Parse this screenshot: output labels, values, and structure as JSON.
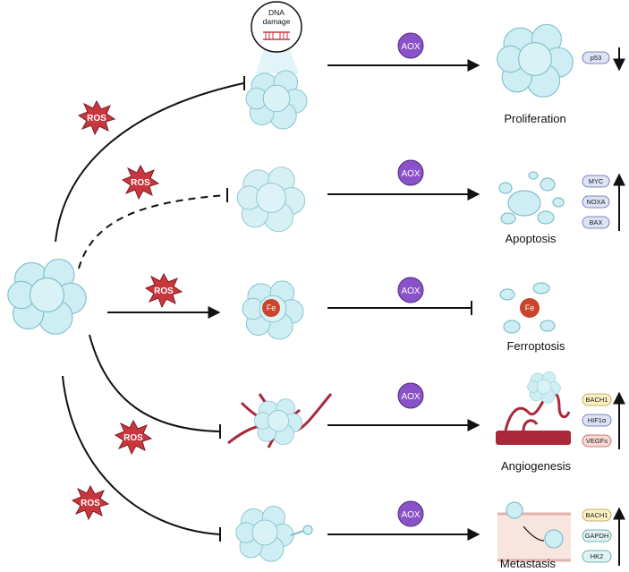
{
  "ros_label": "ROS",
  "aox_label": "AOX",
  "fe_label": "Fe",
  "dna": {
    "line1": "DNA",
    "line2": "damage"
  },
  "outcomes": [
    {
      "label": "Proliferation",
      "markers": [
        "p53"
      ],
      "trend": "down"
    },
    {
      "label": "Apoptosis",
      "markers": [
        "MYC",
        "NOXA",
        "BAX"
      ],
      "trend": "up"
    },
    {
      "label": "Ferroptosis",
      "markers": [],
      "trend": "none"
    },
    {
      "label": "Angiogenesis",
      "markers": [
        "BACH1",
        "HIF1α",
        "VEGFs"
      ],
      "trend": "up"
    },
    {
      "label": "Metastasis",
      "markers": [
        "BACH1",
        "GAPDH",
        "HK2"
      ],
      "trend": "up"
    }
  ],
  "colors": {
    "cell_fill": "#cfeef3",
    "cell_stroke": "#7fbfcc",
    "ros_fill": "#c9363e",
    "aox_fill": "#8a52c9",
    "fe_fill": "#c9442a",
    "vessel": "#a9283a",
    "pill_blue": "#dde2f5",
    "pill_yellow": "#fbf0c4",
    "pill_red": "#f9d9d6",
    "pill_teal": "#dff3f3"
  }
}
